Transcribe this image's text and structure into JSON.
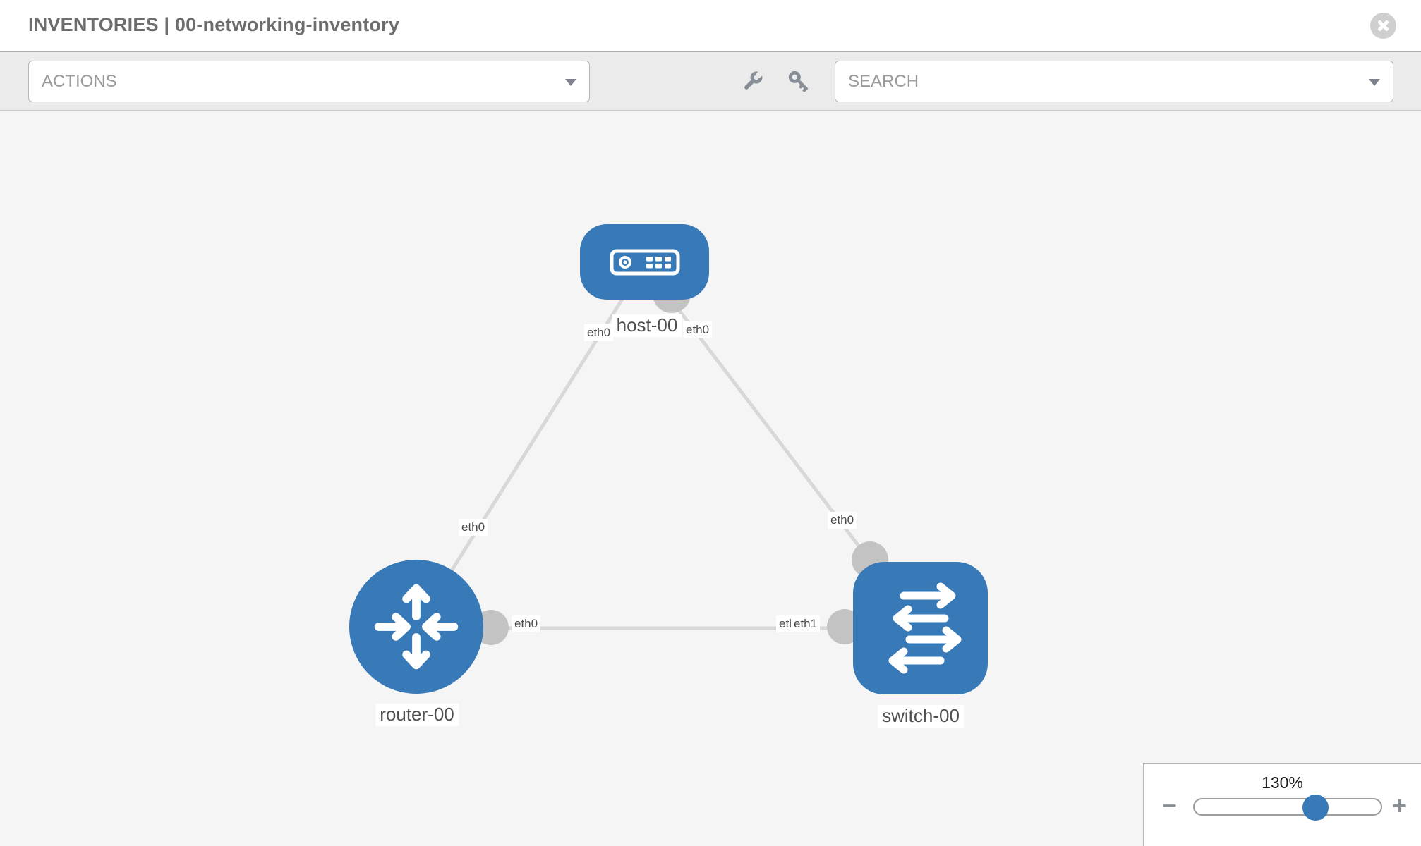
{
  "header": {
    "title": "INVENTORIES | 00-networking-inventory"
  },
  "toolbar": {
    "actions_label": "ACTIONS",
    "search_label": "SEARCH"
  },
  "topology": {
    "nodes": [
      {
        "id": "host-00",
        "label": "host-00",
        "type": "host"
      },
      {
        "id": "router-00",
        "label": "router-00",
        "type": "router"
      },
      {
        "id": "switch-00",
        "label": "switch-00",
        "type": "switch"
      }
    ],
    "links": [
      {
        "from": "host-00",
        "to": "router-00",
        "from_interface": "eth0",
        "to_interface": "eth0"
      },
      {
        "from": "host-00",
        "to": "switch-00",
        "from_interface": "eth0",
        "to_interface": "eth0"
      },
      {
        "from": "router-00",
        "to": "switch-00",
        "from_interface": "eth0",
        "to_interface": "eth1"
      }
    ],
    "interface_labels": {
      "host_left": "eth0",
      "host_right": "eth0",
      "router_link": "eth0",
      "router_port": "eth0",
      "switch_port_top": "eth0",
      "switch_port_left_under": "eth0",
      "switch_port_left_over": "eth1"
    }
  },
  "zoom_control": {
    "level": "130%",
    "minus_glyph": "−",
    "plus_glyph": "+"
  },
  "colors": {
    "node_blue": "#3879b8",
    "link_gray": "#d8d8d8",
    "port_gray": "#c3c3c3",
    "canvas_bg": "#f5f5f5",
    "toolbar_bg": "#ebebeb"
  }
}
